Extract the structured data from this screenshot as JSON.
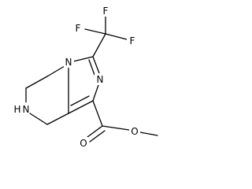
{
  "molecule": {
    "atoms": {
      "nh": "H",
      "nh_n": "N",
      "n_ring": "N",
      "n_bridge": "N",
      "f_top": "F",
      "f_left": "F",
      "f_right": "F",
      "o_carbonyl": "O",
      "o_ester": "O"
    }
  }
}
